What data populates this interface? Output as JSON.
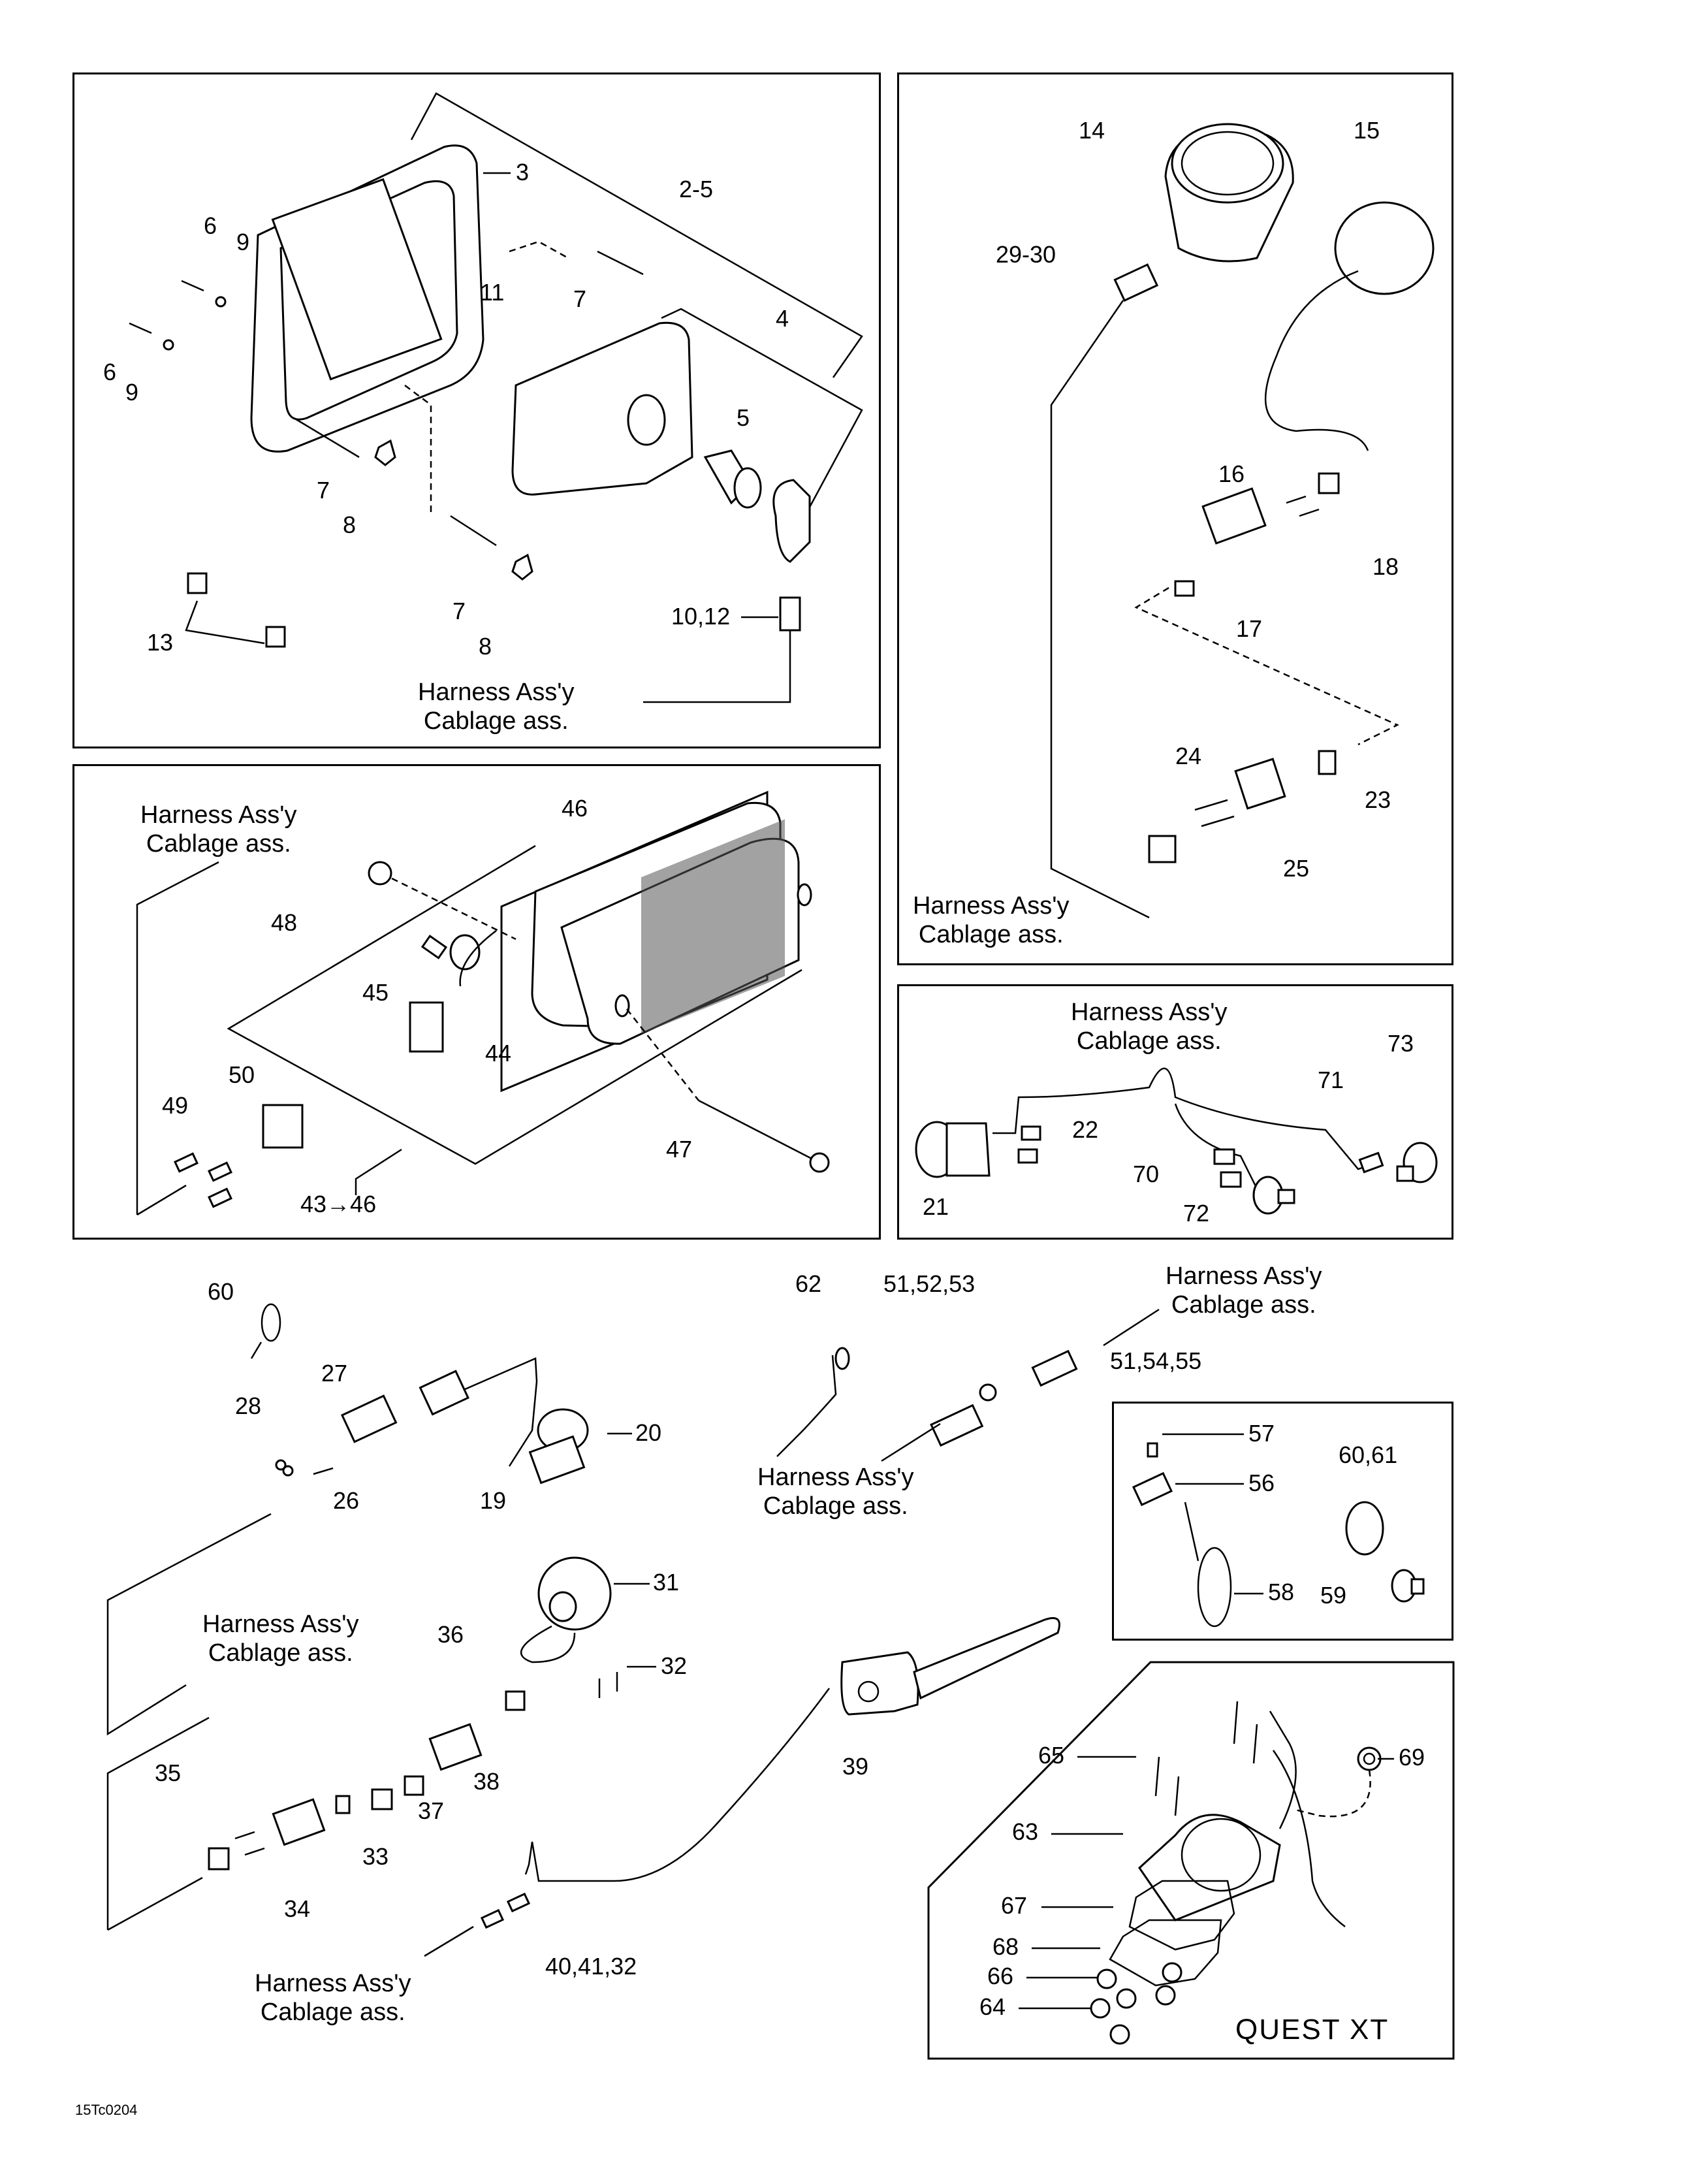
{
  "document": {
    "figure_code": "15Tc0204",
    "model_name": "QUEST XT",
    "harness_label_en": "Harness Ass'y",
    "harness_label_fr": "Cablage ass."
  },
  "panels": {
    "headlight": {
      "callouts": [
        "2-5",
        "3",
        "4",
        "5",
        "6",
        "6",
        "7",
        "7",
        "7",
        "8",
        "8",
        "9",
        "9",
        "10,12",
        "11",
        "13"
      ]
    },
    "taillight": {
      "callouts": [
        "43->46",
        "44",
        "45",
        "46",
        "47",
        "48",
        "49",
        "50"
      ]
    },
    "gauges": {
      "callouts": [
        "14",
        "15",
        "16",
        "17",
        "18",
        "23",
        "24",
        "25",
        "29-30"
      ]
    },
    "indicators": {
      "callouts": [
        "21",
        "22",
        "70",
        "71",
        "72",
        "73"
      ]
    },
    "clips": {
      "callouts": [
        "56",
        "57",
        "58",
        "59",
        "60,61"
      ]
    },
    "quest_xt": {
      "callouts": [
        "63",
        "64",
        "65",
        "66",
        "67",
        "68",
        "69"
      ]
    },
    "loose": {
      "callouts": [
        "19",
        "20",
        "26",
        "27",
        "28",
        "31",
        "32",
        "33",
        "34",
        "35",
        "36",
        "37",
        "38",
        "39",
        "40,41,32",
        "51,52,53",
        "51,54,55",
        "60",
        "62"
      ]
    }
  },
  "labels": {
    "c2_5": "2-5",
    "c3": "3",
    "c4": "4",
    "c5": "5",
    "c6a": "6",
    "c6b": "6",
    "c7a": "7",
    "c7b": "7",
    "c7c": "7",
    "c8a": "8",
    "c8b": "8",
    "c9a": "9",
    "c9b": "9",
    "c10_12": "10,12",
    "c11": "11",
    "c13": "13",
    "c14": "14",
    "c15": "15",
    "c16": "16",
    "c17": "17",
    "c18": "18",
    "c19": "19",
    "c20": "20",
    "c21": "21",
    "c22": "22",
    "c23": "23",
    "c24": "24",
    "c25": "25",
    "c26": "26",
    "c27": "27",
    "c28": "28",
    "c29_30": "29-30",
    "c31": "31",
    "c32": "32",
    "c33": "33",
    "c34": "34",
    "c35": "35",
    "c36": "36",
    "c37": "37",
    "c38": "38",
    "c39": "39",
    "c40_41_32": "40,41,32",
    "c43_46": "43→46",
    "c44": "44",
    "c45": "45",
    "c46": "46",
    "c47": "47",
    "c48": "48",
    "c49": "49",
    "c50": "50",
    "c51_52_53": "51,52,53",
    "c51_54_55": "51,54,55",
    "c56": "56",
    "c57": "57",
    "c58": "58",
    "c59": "59",
    "c60": "60",
    "c60_61": "60,61",
    "c62": "62",
    "c63": "63",
    "c64": "64",
    "c65": "65",
    "c66": "66",
    "c67": "67",
    "c68": "68",
    "c69": "69",
    "c70": "70",
    "c71": "71",
    "c72": "72",
    "c73": "73"
  }
}
